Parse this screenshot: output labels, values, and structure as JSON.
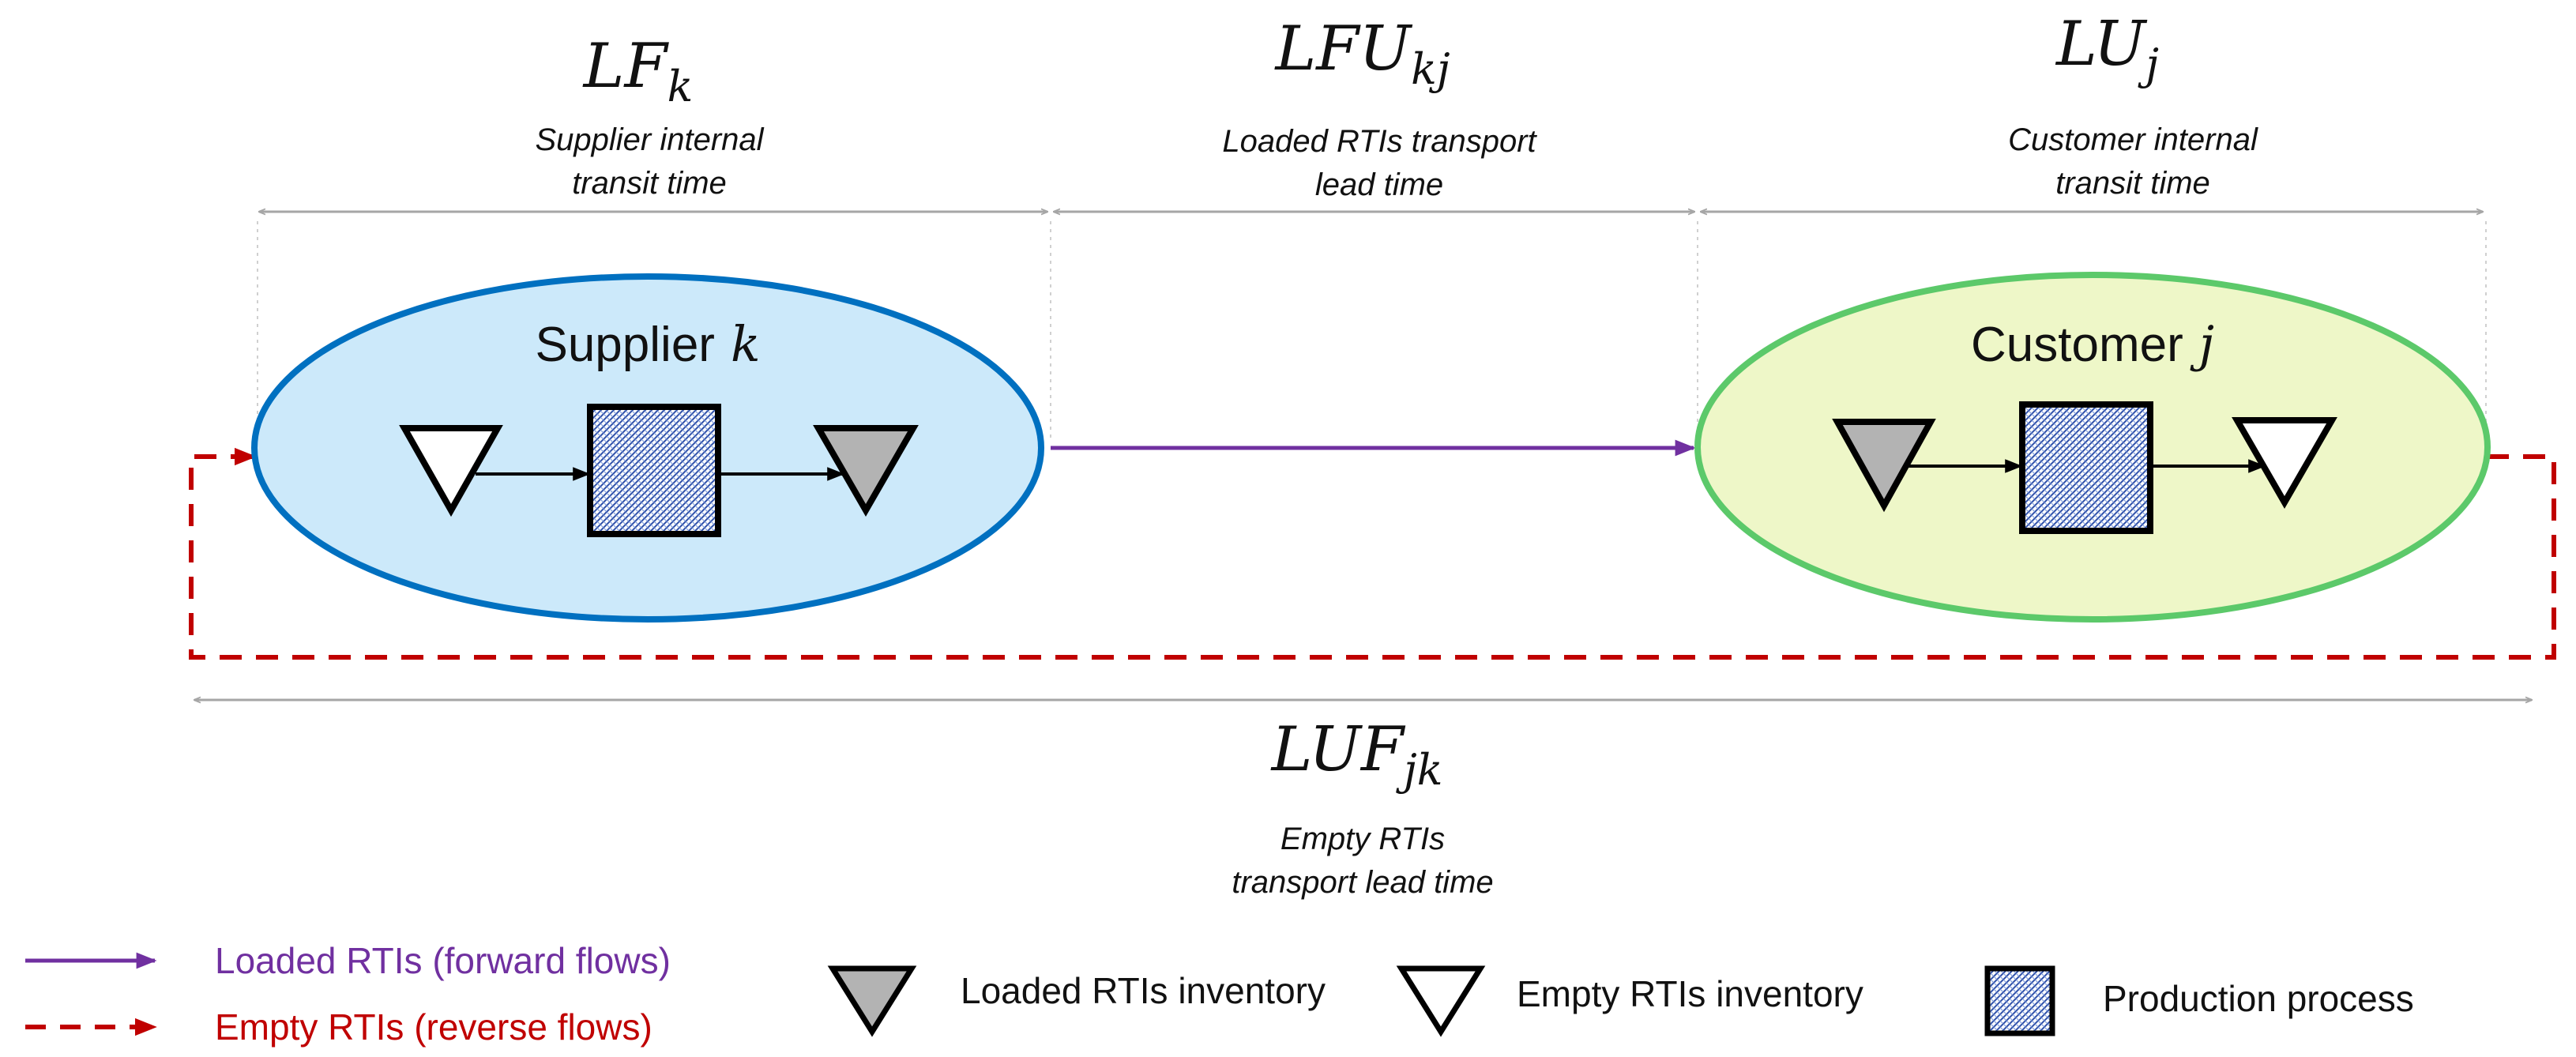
{
  "segments": {
    "supplier_transit": {
      "symbol": "LF",
      "subscript": "k",
      "caption_line1": "Supplier internal",
      "caption_line2": "transit time"
    },
    "loaded_transport": {
      "symbol": "LFU",
      "subscript": "kj",
      "caption_line1": "Loaded RTIs transport",
      "caption_line2": "lead time"
    },
    "customer_transit": {
      "symbol": "LU",
      "subscript": "j",
      "caption_line1": "Customer internal",
      "caption_line2": "transit time"
    },
    "empty_transport": {
      "symbol": "LUF",
      "subscript": "jk",
      "caption_line1": "Empty RTIs",
      "caption_line2": "transport lead time"
    }
  },
  "nodes": {
    "supplier": {
      "label": "Supplier",
      "variable": "k"
    },
    "customer": {
      "label": "Customer",
      "variable": "j"
    }
  },
  "legend": {
    "forward": {
      "label": "Loaded RTIs (forward flows)",
      "color": "#7030a0"
    },
    "reverse": {
      "label": "Empty RTIs (reverse flows)",
      "color": "#c00000"
    },
    "loaded_inventory": {
      "label": "Loaded RTIs inventory"
    },
    "empty_inventory": {
      "label": "Empty RTIs inventory"
    },
    "production": {
      "label": "Production process"
    }
  },
  "colors": {
    "supplier_fill": "#cce9fa",
    "supplier_stroke": "#0070c0",
    "customer_fill": "#eef7c8",
    "customer_stroke": "#5cc96a",
    "forward_flow": "#7030a0",
    "reverse_flow": "#c00000",
    "dimension_line": "#a6a6a6",
    "loaded_triangle": "#b3b3b3",
    "production_hatch": "#2e4fa8"
  }
}
